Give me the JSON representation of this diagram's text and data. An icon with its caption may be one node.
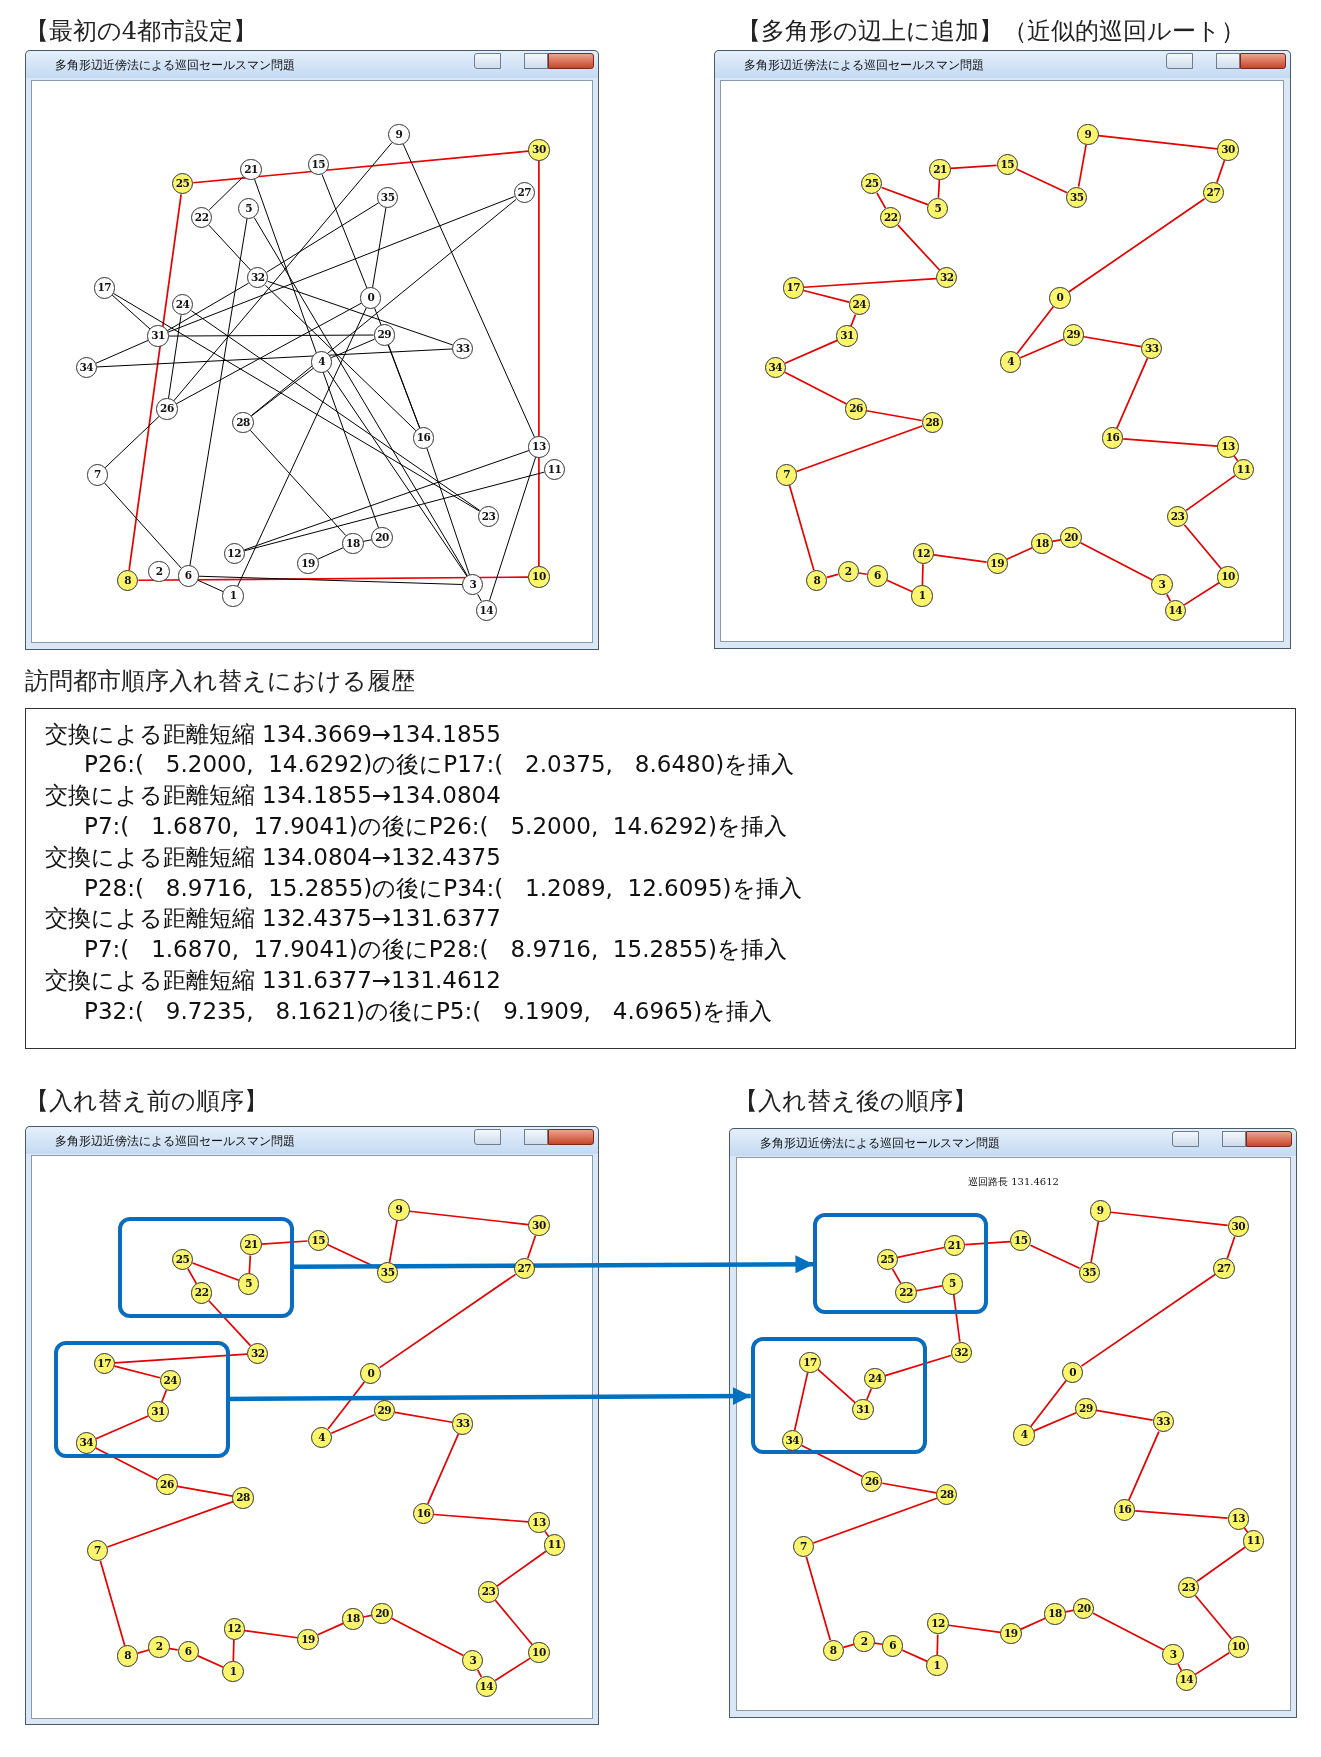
{
  "diagram": {
    "nodes": [
      {
        "text": [
          "多角形辺近傍法による巡回セールスマン問題"
        ]
      },
      {
        "text": [
          "0"
        ],
        "in": 0
      },
      {
        "text": [
          "1"
        ],
        "in": 0
      },
      {
        "text": [
          "2"
        ],
        "in": 0
      },
      {
        "text": [
          "3"
        ],
        "in": 0
      },
      {
        "text": [
          "4"
        ],
        "in": 0
      },
      {
        "text": [
          "5"
        ],
        "in": 0
      },
      {
        "text": [
          "6"
        ],
        "in": 0
      },
      {
        "text": [
          "7"
        ],
        "in": 0
      },
      {
        "text": [
          "8"
        ],
        "in": 0
      },
      {
        "text": [
          "9"
        ],
        "in": 0
      },
      {
        "text": [
          "10"
        ],
        "in": 0
      },
      {
        "text": [
          "11"
        ],
        "in": 0
      },
      {
        "text": [
          "12"
        ],
        "in": 0
      },
      {
        "text": [
          "13"
        ],
        "in": 0
      },
      {
        "text": [
          "14"
        ],
        "in": 0
      },
      {
        "text": [
          "15"
        ],
        "in": 0
      },
      {
        "text": [
          "16"
        ],
        "in": 0
      },
      {
        "text": [
          "17"
        ],
        "in": 0
      },
      {
        "text": [
          "18"
        ],
        "in": 0
      },
      {
        "text": [
          "19"
        ],
        "in": 0
      },
      {
        "text": [
          "20"
        ],
        "in": 0
      },
      {
        "text": [
          "21"
        ],
        "in": 0
      },
      {
        "text": [
          "22"
        ],
        "in": 0
      },
      {
        "text": [
          "23"
        ],
        "in": 0
      },
      {
        "text": [
          "24"
        ],
        "in": 0
      },
      {
        "text": [
          "25"
        ],
        "in": 0
      },
      {
        "text": [
          "26"
        ],
        "in": 0
      },
      {
        "text": [
          "27"
        ],
        "in": 0
      },
      {
        "text": [
          "28"
        ],
        "in": 0
      },
      {
        "text": [
          "29"
        ],
        "in": 0
      },
      {
        "text": [
          "30"
        ],
        "in": 0
      },
      {
        "text": [
          "31"
        ],
        "in": 0
      },
      {
        "text": [
          "32"
        ],
        "in": 0
      },
      {
        "text": [
          "33"
        ],
        "in": 0
      },
      {
        "text": [
          "34"
        ],
        "in": 0
      },
      {
        "text": [
          "35"
        ],
        "in": 0
      },
      {
        "text": [
          "多角形辺近傍法による巡回セールスマン問題"
        ]
      },
      {
        "text": [
          "0"
        ],
        "in": 37
      },
      {
        "text": [
          "1"
        ],
        "in": 37
      },
      {
        "text": [
          "2"
        ],
        "in": 37
      },
      {
        "text": [
          "3"
        ],
        "in": 37
      },
      {
        "text": [
          "4"
        ],
        "in": 37
      },
      {
        "text": [
          "5"
        ],
        "in": 37
      },
      {
        "text": [
          "6"
        ],
        "in": 37
      },
      {
        "text": [
          "7"
        ],
        "in": 37
      },
      {
        "text": [
          "8"
        ],
        "in": 37
      },
      {
        "text": [
          "9"
        ],
        "in": 37
      },
      {
        "text": [
          "10"
        ],
        "in": 37
      },
      {
        "text": [
          "11"
        ],
        "in": 37
      },
      {
        "text": [
          "12"
        ],
        "in": 37
      },
      {
        "text": [
          "13"
        ],
        "in": 37
      },
      {
        "text": [
          "14"
        ],
        "in": 37
      },
      {
        "text": [
          "15"
        ],
        "in": 37
      },
      {
        "text": [
          "16"
        ],
        "in": 37
      },
      {
        "text": [
          "17"
        ],
        "in": 37
      },
      {
        "text": [
          "18"
        ],
        "in": 37
      },
      {
        "text": [
          "19"
        ],
        "in": 37
      },
      {
        "text": [
          "20"
        ],
        "in": 37
      },
      {
        "text": [
          "21"
        ],
        "in": 37
      },
      {
        "text": [
          "22"
        ],
        "in": 37
      },
      {
        "text": [
          "23"
        ],
        "in": 37
      },
      {
        "text": [
          "24"
        ],
        "in": 37
      },
      {
        "text": [
          "25"
        ],
        "in": 37
      },
      {
        "text": [
          "26"
        ],
        "in": 37
      },
      {
        "text": [
          "27"
        ],
        "in": 37
      },
      {
        "text": [
          "28"
        ],
        "in": 37
      },
      {
        "text": [
          "29"
        ],
        "in": 37
      },
      {
        "text": [
          "30"
        ],
        "in": 37
      },
      {
        "text": [
          "31"
        ],
        "in": 37
      },
      {
        "text": [
          "32"
        ],
        "in": 37
      },
      {
        "text": [
          "33"
        ],
        "in": 37
      },
      {
        "text": [
          "34"
        ],
        "in": 37
      },
      {
        "text": [
          "35"
        ],
        "in": 37
      },
      {
        "text": [
          "交換による距離短縮 134.3669→134.1855",
          "P26:(   5.2000,  14.6292)の後にP17:(   2.0375,   8.6480)を挿入",
          "交換による距離短縮 134.1855→134.0804",
          "P7:(   1.6870,  17.9041)の後にP26:(   5.2000,  14.6292)を挿入",
          "交換による距離短縮 134.0804→132.4375",
          "P28:(   8.9716,  15.2855)の後にP34:(   1.2089,  12.6095)を挿入",
          "交換による距離短縮 132.4375→131.6377",
          "P7:(   1.6870,  17.9041)の後にP28:(   8.9716,  15.2855)を挿入",
          "交換による距離短縮 131.6377→131.4612",
          "P32:(   9.7235,   8.1621)の後にP5:(   9.1909,   4.6965)を挿入"
        ]
      },
      {
        "text": [
          "多角形辺近傍法による巡回セールスマン問題"
        ]
      },
      {
        "text": [],
        "shape": "box",
        "in": 75
      },
      {
        "text": [],
        "shape": "box",
        "in": 75
      },
      {
        "text": [
          "0"
        ],
        "in": 75
      },
      {
        "text": [
          "1"
        ],
        "in": 75
      },
      {
        "text": [
          "2"
        ],
        "in": 75
      },
      {
        "text": [
          "3"
        ],
        "in": 75
      },
      {
        "text": [
          "4"
        ],
        "in": 75
      },
      {
        "text": [
          "5"
        ],
        "in": 76
      },
      {
        "text": [
          "6"
        ],
        "in": 75
      },
      {
        "text": [
          "7"
        ],
        "in": 75
      },
      {
        "text": [
          "8"
        ],
        "in": 75
      },
      {
        "text": [
          "9"
        ],
        "in": 75
      },
      {
        "text": [
          "10"
        ],
        "in": 75
      },
      {
        "text": [
          "11"
        ],
        "in": 75
      },
      {
        "text": [
          "12"
        ],
        "in": 75
      },
      {
        "text": [
          "13"
        ],
        "in": 75
      },
      {
        "text": [
          "14"
        ],
        "in": 75
      },
      {
        "text": [
          "15"
        ],
        "in": 75
      },
      {
        "text": [
          "16"
        ],
        "in": 75
      },
      {
        "text": [
          "17"
        ],
        "in": 77
      },
      {
        "text": [
          "18"
        ],
        "in": 75
      },
      {
        "text": [
          "19"
        ],
        "in": 75
      },
      {
        "text": [
          "20"
        ],
        "in": 75
      },
      {
        "text": [
          "21"
        ],
        "in": 76
      },
      {
        "text": [
          "22"
        ],
        "in": 76
      },
      {
        "text": [
          "23"
        ],
        "in": 75
      },
      {
        "text": [
          "24"
        ],
        "in": 77
      },
      {
        "text": [
          "25"
        ],
        "in": 76
      },
      {
        "text": [
          "26"
        ],
        "in": 75
      },
      {
        "text": [
          "27"
        ],
        "in": 75
      },
      {
        "text": [
          "28"
        ],
        "in": 75
      },
      {
        "text": [
          "29"
        ],
        "in": 75
      },
      {
        "text": [
          "30"
        ],
        "in": 75
      },
      {
        "text": [
          "31"
        ],
        "in": 77
      },
      {
        "text": [
          "32"
        ],
        "in": 75
      },
      {
        "text": [
          "33"
        ],
        "in": 75
      },
      {
        "text": [
          "34"
        ],
        "in": 77
      },
      {
        "text": [
          "35"
        ],
        "in": 75
      },
      {
        "text": [
          "多角形辺近傍法による巡回セールスマン問題",
          "巡回路長 131.4612"
        ]
      },
      {
        "text": [],
        "shape": "box",
        "in": 114
      },
      {
        "text": [],
        "shape": "box",
        "in": 114
      },
      {
        "text": [
          "0"
        ],
        "in": 114
      },
      {
        "text": [
          "1"
        ],
        "in": 114
      },
      {
        "text": [
          "2"
        ],
        "in": 114
      },
      {
        "text": [
          "3"
        ],
        "in": 114
      },
      {
        "text": [
          "4"
        ],
        "in": 114
      },
      {
        "text": [
          "5"
        ],
        "in": 115
      },
      {
        "text": [
          "6"
        ],
        "in": 114
      },
      {
        "text": [
          "7"
        ],
        "in": 114
      },
      {
        "text": [
          "8"
        ],
        "in": 114
      },
      {
        "text": [
          "9"
        ],
        "in": 114
      },
      {
        "text": [
          "10"
        ],
        "in": 114
      },
      {
        "text": [
          "11"
        ],
        "in": 114
      },
      {
        "text": [
          "12"
        ],
        "in": 114
      },
      {
        "text": [
          "13"
        ],
        "in": 114
      },
      {
        "text": [
          "14"
        ],
        "in": 114
      },
      {
        "text": [
          "15"
        ],
        "in": 114
      },
      {
        "text": [
          "16"
        ],
        "in": 114
      },
      {
        "text": [
          "17"
        ],
        "in": 116
      },
      {
        "text": [
          "18"
        ],
        "in": 114
      },
      {
        "text": [
          "19"
        ],
        "in": 114
      },
      {
        "text": [
          "20"
        ],
        "in": 114
      },
      {
        "text": [
          "21"
        ],
        "in": 115
      },
      {
        "text": [
          "22"
        ],
        "in": 115
      },
      {
        "text": [
          "23"
        ],
        "in": 114
      },
      {
        "text": [
          "24"
        ],
        "in": 116
      },
      {
        "text": [
          "25"
        ],
        "in": 115
      },
      {
        "text": [
          "26"
        ],
        "in": 114
      },
      {
        "text": [
          "27"
        ],
        "in": 114
      },
      {
        "text": [
          "28"
        ],
        "in": 114
      },
      {
        "text": [
          "29"
        ],
        "in": 114
      },
      {
        "text": [
          "30"
        ],
        "in": 114
      },
      {
        "text": [
          "31"
        ],
        "in": 116
      },
      {
        "text": [
          "32"
        ],
        "in": 114
      },
      {
        "text": [
          "33"
        ],
        "in": 114
      },
      {
        "text": [
          "34"
        ],
        "in": 116
      },
      {
        "text": [
          "35"
        ],
        "in": 114
      }
    ],
    "edges": [
      {
        "from": 9,
        "to": 26,
        "arrow": "none"
      },
      {
        "from": 26,
        "to": 31,
        "arrow": "none"
      },
      {
        "from": 31,
        "to": 11,
        "arrow": "none"
      },
      {
        "from": 11,
        "to": 9,
        "arrow": "none"
      },
      {
        "from": 10,
        "to": 14,
        "arrow": "none",
        "color": "#000000"
      },
      {
        "from": 10,
        "to": 27,
        "arrow": "none",
        "color": "#000000"
      },
      {
        "from": 22,
        "to": 23,
        "arrow": "none",
        "color": "#000000"
      },
      {
        "from": 22,
        "to": 21,
        "arrow": "none",
        "color": "#000000"
      },
      {
        "from": 6,
        "to": 7,
        "arrow": "none",
        "color": "#000000"
      },
      {
        "from": 6,
        "to": 4,
        "arrow": "none",
        "color": "#000000"
      },
      {
        "from": 23,
        "to": 33,
        "arrow": "none",
        "color": "#000000"
      },
      {
        "from": 33,
        "to": 36,
        "arrow": "none",
        "color": "#000000"
      },
      {
        "from": 33,
        "to": 32,
        "arrow": "none",
        "color": "#000000"
      },
      {
        "from": 33,
        "to": 34,
        "arrow": "none",
        "color": "#000000"
      },
      {
        "from": 33,
        "to": 17,
        "arrow": "none",
        "color": "#000000"
      },
      {
        "from": 16,
        "to": 1,
        "arrow": "none",
        "color": "#000000"
      },
      {
        "from": 1,
        "to": 17,
        "arrow": "none",
        "color": "#000000"
      },
      {
        "from": 36,
        "to": 1,
        "arrow": "none",
        "color": "#000000"
      },
      {
        "from": 28,
        "to": 32,
        "arrow": "none",
        "color": "#000000"
      },
      {
        "from": 28,
        "to": 29,
        "arrow": "none",
        "color": "#000000"
      },
      {
        "from": 18,
        "to": 32,
        "arrow": "none",
        "color": "#000000"
      },
      {
        "from": 18,
        "to": 24,
        "arrow": "none",
        "color": "#000000"
      },
      {
        "from": 25,
        "to": 27,
        "arrow": "none",
        "color": "#000000"
      },
      {
        "from": 32,
        "to": 30,
        "arrow": "none",
        "color": "#000000"
      },
      {
        "from": 35,
        "to": 32,
        "arrow": "none",
        "color": "#000000"
      },
      {
        "from": 35,
        "to": 34,
        "arrow": "none",
        "color": "#000000"
      },
      {
        "from": 5,
        "to": 29,
        "arrow": "none",
        "color": "#000000"
      },
      {
        "from": 5,
        "to": 4,
        "arrow": "none",
        "color": "#000000"
      },
      {
        "from": 5,
        "to": 30,
        "arrow": "none",
        "color": "#000000"
      },
      {
        "from": 1,
        "to": 2,
        "arrow": "none",
        "color": "#000000"
      },
      {
        "from": 1,
        "to": 27,
        "arrow": "none",
        "color": "#000000"
      },
      {
        "from": 30,
        "to": 17,
        "arrow": "none",
        "color": "#000000"
      },
      {
        "from": 29,
        "to": 19,
        "arrow": "none",
        "color": "#000000"
      },
      {
        "from": 8,
        "to": 27,
        "arrow": "none",
        "color": "#000000"
      },
      {
        "from": 8,
        "to": 7,
        "arrow": "none",
        "color": "#000000"
      },
      {
        "from": 13,
        "to": 14,
        "arrow": "none",
        "color": "#000000"
      },
      {
        "from": 13,
        "to": 12,
        "arrow": "none",
        "color": "#000000"
      },
      {
        "from": 20,
        "to": 19,
        "arrow": "none",
        "color": "#000000"
      },
      {
        "from": 19,
        "to": 21,
        "arrow": "none",
        "color": "#000000"
      },
      {
        "from": 7,
        "to": 2,
        "arrow": "none",
        "color": "#000000"
      },
      {
        "from": 7,
        "to": 4,
        "arrow": "none",
        "color": "#000000"
      },
      {
        "from": 4,
        "to": 15,
        "arrow": "none",
        "color": "#000000"
      },
      {
        "from": 15,
        "to": 14,
        "arrow": "none",
        "color": "#000000"
      },
      {
        "from": 17,
        "to": 4,
        "arrow": "none",
        "color": "#000000"
      },
      {
        "from": 25,
        "to": 24,
        "arrow": "none",
        "color": "#000000"
      },
      {
        "from": 47,
        "to": 68,
        "arrow": "none"
      },
      {
        "from": 68,
        "to": 65,
        "arrow": "none"
      },
      {
        "from": 65,
        "to": 38,
        "arrow": "none"
      },
      {
        "from": 38,
        "to": 42,
        "arrow": "none"
      },
      {
        "from": 42,
        "to": 67,
        "arrow": "none"
      },
      {
        "from": 67,
        "to": 71,
        "arrow": "none"
      },
      {
        "from": 71,
        "to": 54,
        "arrow": "none"
      },
      {
        "from": 54,
        "to": 51,
        "arrow": "none"
      },
      {
        "from": 51,
        "to": 49,
        "arrow": "none"
      },
      {
        "from": 49,
        "to": 61,
        "arrow": "none"
      },
      {
        "from": 61,
        "to": 48,
        "arrow": "none"
      },
      {
        "from": 48,
        "to": 52,
        "arrow": "none"
      },
      {
        "from": 52,
        "to": 41,
        "arrow": "none"
      },
      {
        "from": 41,
        "to": 58,
        "arrow": "none"
      },
      {
        "from": 58,
        "to": 56,
        "arrow": "none"
      },
      {
        "from": 56,
        "to": 57,
        "arrow": "none"
      },
      {
        "from": 57,
        "to": 50,
        "arrow": "none"
      },
      {
        "from": 50,
        "to": 39,
        "arrow": "none"
      },
      {
        "from": 39,
        "to": 44,
        "arrow": "none"
      },
      {
        "from": 44,
        "to": 40,
        "arrow": "none"
      },
      {
        "from": 40,
        "to": 46,
        "arrow": "none"
      },
      {
        "from": 46,
        "to": 45,
        "arrow": "none"
      },
      {
        "from": 45,
        "to": 66,
        "arrow": "none"
      },
      {
        "from": 66,
        "to": 64,
        "arrow": "none"
      },
      {
        "from": 64,
        "to": 72,
        "arrow": "none"
      },
      {
        "from": 72,
        "to": 69,
        "arrow": "none"
      },
      {
        "from": 69,
        "to": 62,
        "arrow": "none"
      },
      {
        "from": 62,
        "to": 55,
        "arrow": "none"
      },
      {
        "from": 55,
        "to": 70,
        "arrow": "none"
      },
      {
        "from": 70,
        "to": 60,
        "arrow": "none"
      },
      {
        "from": 60,
        "to": 63,
        "arrow": "none"
      },
      {
        "from": 63,
        "to": 43,
        "arrow": "none"
      },
      {
        "from": 43,
        "to": 59,
        "arrow": "none"
      },
      {
        "from": 59,
        "to": 53,
        "arrow": "none"
      },
      {
        "from": 53,
        "to": 73,
        "arrow": "none"
      },
      {
        "from": 73,
        "to": 47,
        "arrow": "none"
      },
      {
        "from": 87,
        "to": 108,
        "arrow": "none"
      },
      {
        "from": 108,
        "to": 105,
        "arrow": "none"
      },
      {
        "from": 105,
        "to": 78,
        "arrow": "none"
      },
      {
        "from": 78,
        "to": 82,
        "arrow": "none"
      },
      {
        "from": 82,
        "to": 107,
        "arrow": "none"
      },
      {
        "from": 107,
        "to": 111,
        "arrow": "none"
      },
      {
        "from": 111,
        "to": 94,
        "arrow": "none"
      },
      {
        "from": 94,
        "to": 91,
        "arrow": "none"
      },
      {
        "from": 91,
        "to": 89,
        "arrow": "none"
      },
      {
        "from": 89,
        "to": 101,
        "arrow": "none"
      },
      {
        "from": 101,
        "to": 88,
        "arrow": "none"
      },
      {
        "from": 88,
        "to": 92,
        "arrow": "none"
      },
      {
        "from": 92,
        "to": 81,
        "arrow": "none"
      },
      {
        "from": 81,
        "to": 98,
        "arrow": "none"
      },
      {
        "from": 98,
        "to": 96,
        "arrow": "none"
      },
      {
        "from": 96,
        "to": 97,
        "arrow": "none"
      },
      {
        "from": 97,
        "to": 90,
        "arrow": "none"
      },
      {
        "from": 90,
        "to": 79,
        "arrow": "none"
      },
      {
        "from": 79,
        "to": 84,
        "arrow": "none"
      },
      {
        "from": 84,
        "to": 80,
        "arrow": "none"
      },
      {
        "from": 80,
        "to": 86,
        "arrow": "none"
      },
      {
        "from": 86,
        "to": 85,
        "arrow": "none"
      },
      {
        "from": 85,
        "to": 106,
        "arrow": "none"
      },
      {
        "from": 106,
        "to": 104,
        "arrow": "none"
      },
      {
        "from": 104,
        "to": 112,
        "arrow": "none"
      },
      {
        "from": 112,
        "to": 109,
        "arrow": "none"
      },
      {
        "from": 109,
        "to": 102,
        "arrow": "none"
      },
      {
        "from": 102,
        "to": 95,
        "arrow": "none"
      },
      {
        "from": 95,
        "to": 110,
        "arrow": "none"
      },
      {
        "from": 110,
        "to": 100,
        "arrow": "none"
      },
      {
        "from": 100,
        "to": 103,
        "arrow": "none"
      },
      {
        "from": 103,
        "to": 83,
        "arrow": "none"
      },
      {
        "from": 83,
        "to": 99,
        "arrow": "none"
      },
      {
        "from": 99,
        "to": 93,
        "arrow": "none"
      },
      {
        "from": 93,
        "to": 113,
        "arrow": "none"
      },
      {
        "from": 113,
        "to": 87,
        "arrow": "none"
      },
      {
        "from": 126,
        "to": 147,
        "arrow": "none"
      },
      {
        "from": 147,
        "to": 144,
        "arrow": "none"
      },
      {
        "from": 144,
        "to": 117,
        "arrow": "none"
      },
      {
        "from": 117,
        "to": 121,
        "arrow": "none"
      },
      {
        "from": 121,
        "to": 146,
        "arrow": "none"
      },
      {
        "from": 146,
        "to": 150,
        "arrow": "none"
      },
      {
        "from": 150,
        "to": 133,
        "arrow": "none"
      },
      {
        "from": 133,
        "to": 130,
        "arrow": "none"
      },
      {
        "from": 130,
        "to": 128,
        "arrow": "none"
      },
      {
        "from": 128,
        "to": 140,
        "arrow": "none"
      },
      {
        "from": 140,
        "to": 127,
        "arrow": "none"
      },
      {
        "from": 127,
        "to": 131,
        "arrow": "none"
      },
      {
        "from": 131,
        "to": 120,
        "arrow": "none"
      },
      {
        "from": 120,
        "to": 137,
        "arrow": "none"
      },
      {
        "from": 137,
        "to": 135,
        "arrow": "none"
      },
      {
        "from": 135,
        "to": 136,
        "arrow": "none"
      },
      {
        "from": 136,
        "to": 129,
        "arrow": "none"
      },
      {
        "from": 129,
        "to": 118,
        "arrow": "none"
      },
      {
        "from": 118,
        "to": 123,
        "arrow": "none"
      },
      {
        "from": 123,
        "to": 119,
        "arrow": "none"
      },
      {
        "from": 119,
        "to": 125,
        "arrow": "none"
      },
      {
        "from": 125,
        "to": 124,
        "arrow": "none"
      },
      {
        "from": 124,
        "to": 145,
        "arrow": "none"
      },
      {
        "from": 145,
        "to": 143,
        "arrow": "none"
      },
      {
        "from": 143,
        "to": 151,
        "arrow": "none"
      },
      {
        "from": 151,
        "to": 134,
        "arrow": "none"
      },
      {
        "from": 134,
        "to": 148,
        "arrow": "none"
      },
      {
        "from": 148,
        "to": 141,
        "arrow": "none"
      },
      {
        "from": 141,
        "to": 149,
        "arrow": "none"
      },
      {
        "from": 149,
        "to": 122,
        "arrow": "none"
      },
      {
        "from": 122,
        "to": 139,
        "arrow": "none"
      },
      {
        "from": 139,
        "to": 142,
        "arrow": "none"
      },
      {
        "from": 142,
        "to": 138,
        "arrow": "none"
      },
      {
        "from": 138,
        "to": 132,
        "arrow": "none"
      },
      {
        "from": 132,
        "to": 152,
        "arrow": "none"
      },
      {
        "from": 152,
        "to": 126,
        "arrow": "none"
      },
      {
        "from": 76,
        "to": 115,
        "arrow": "to",
        "style": "thick",
        "color": "#0070c0"
      },
      {
        "from": 77,
        "to": 116,
        "arrow": "to",
        "style": "thick",
        "color": "#0070c0"
      }
    ],
    "labels": [
      "【最初の4都市設定】",
      "【多角形の辺上に追加】（近似的巡回ルート）",
      "訪問都市順序入れ替えにおける履歴",
      "【入れ替え前の順序】",
      "【入れ替え後の順序】"
    ]
  }
}
